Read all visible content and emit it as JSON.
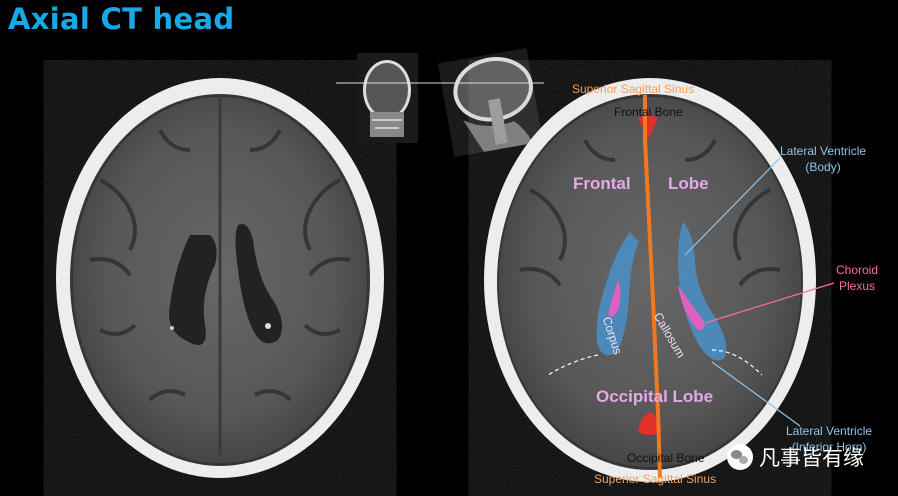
{
  "title": "Axial CT head",
  "labels": {
    "superior_sagittal_sinus_top": "Superior Sagittal Sinus",
    "frontal_bone": "Frontal Bone",
    "lateral_ventricle_body_line1": "Lateral Ventricle",
    "lateral_ventricle_body_line2": "(Body)",
    "frontal_word": "Frontal",
    "lobe_word": "Lobe",
    "choroid_line1": "Choroid",
    "choroid_line2": "Plexus",
    "corpus": "Corpus",
    "callosum": "Callosum",
    "occipital_lobe": "Occipital Lobe",
    "lateral_ventricle_inferior_line1": "Lateral Ventricle",
    "lateral_ventricle_inferior_line2": "(Inferior Horn)",
    "occipital_bone": "Occipital Bone",
    "superior_sagittal_sinus_bottom": "Superior Sagittal Sinus"
  },
  "watermark": "凡事皆有缘",
  "colors": {
    "title": "#17a8e8",
    "sinus": "#f07820",
    "ventricle": "#4a90c8",
    "choroid": "#e060c0",
    "skull": "#f2f2f2",
    "brain": "#5e5e5e"
  }
}
